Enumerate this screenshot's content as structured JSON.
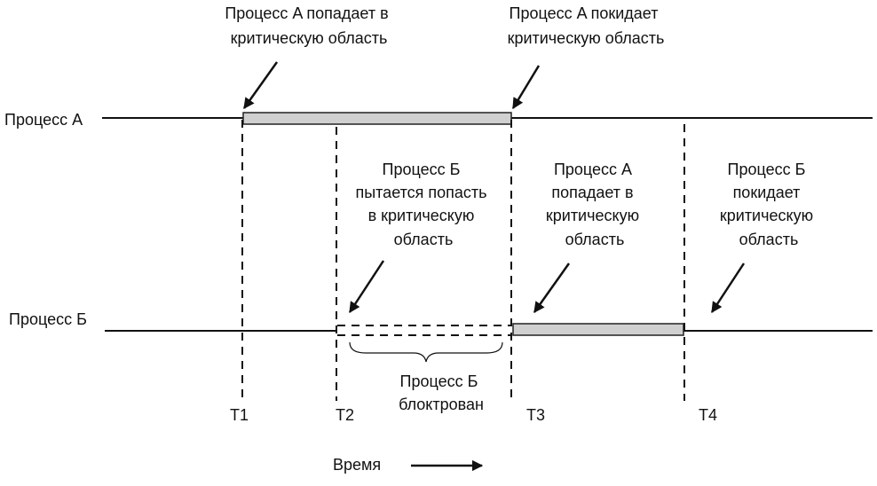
{
  "processes": {
    "a": "Процесс A",
    "b": "Процесс Б"
  },
  "times": {
    "t1": "T1",
    "t2": "T2",
    "t3": "T3",
    "t4": "T4"
  },
  "annotations": {
    "a_enters": [
      "Процесс A попадает в",
      "критическую область"
    ],
    "a_leaves": [
      "Процесс A покидает",
      "критическую область"
    ],
    "b_tries": [
      "Процесс Б",
      "пытается попасть",
      "в критическую",
      "область"
    ],
    "a_enters_t3": [
      "Процесс A",
      "попадает в",
      "критическую",
      "область"
    ],
    "b_leaves": [
      "Процесс Б",
      "покидает",
      "критическую",
      "область"
    ],
    "b_blocked": [
      "Процесс Б",
      "блоктрован"
    ]
  },
  "time_axis_label": "Время",
  "colors": {
    "critical_bar": "#d0d0d0",
    "line": "#111111"
  }
}
